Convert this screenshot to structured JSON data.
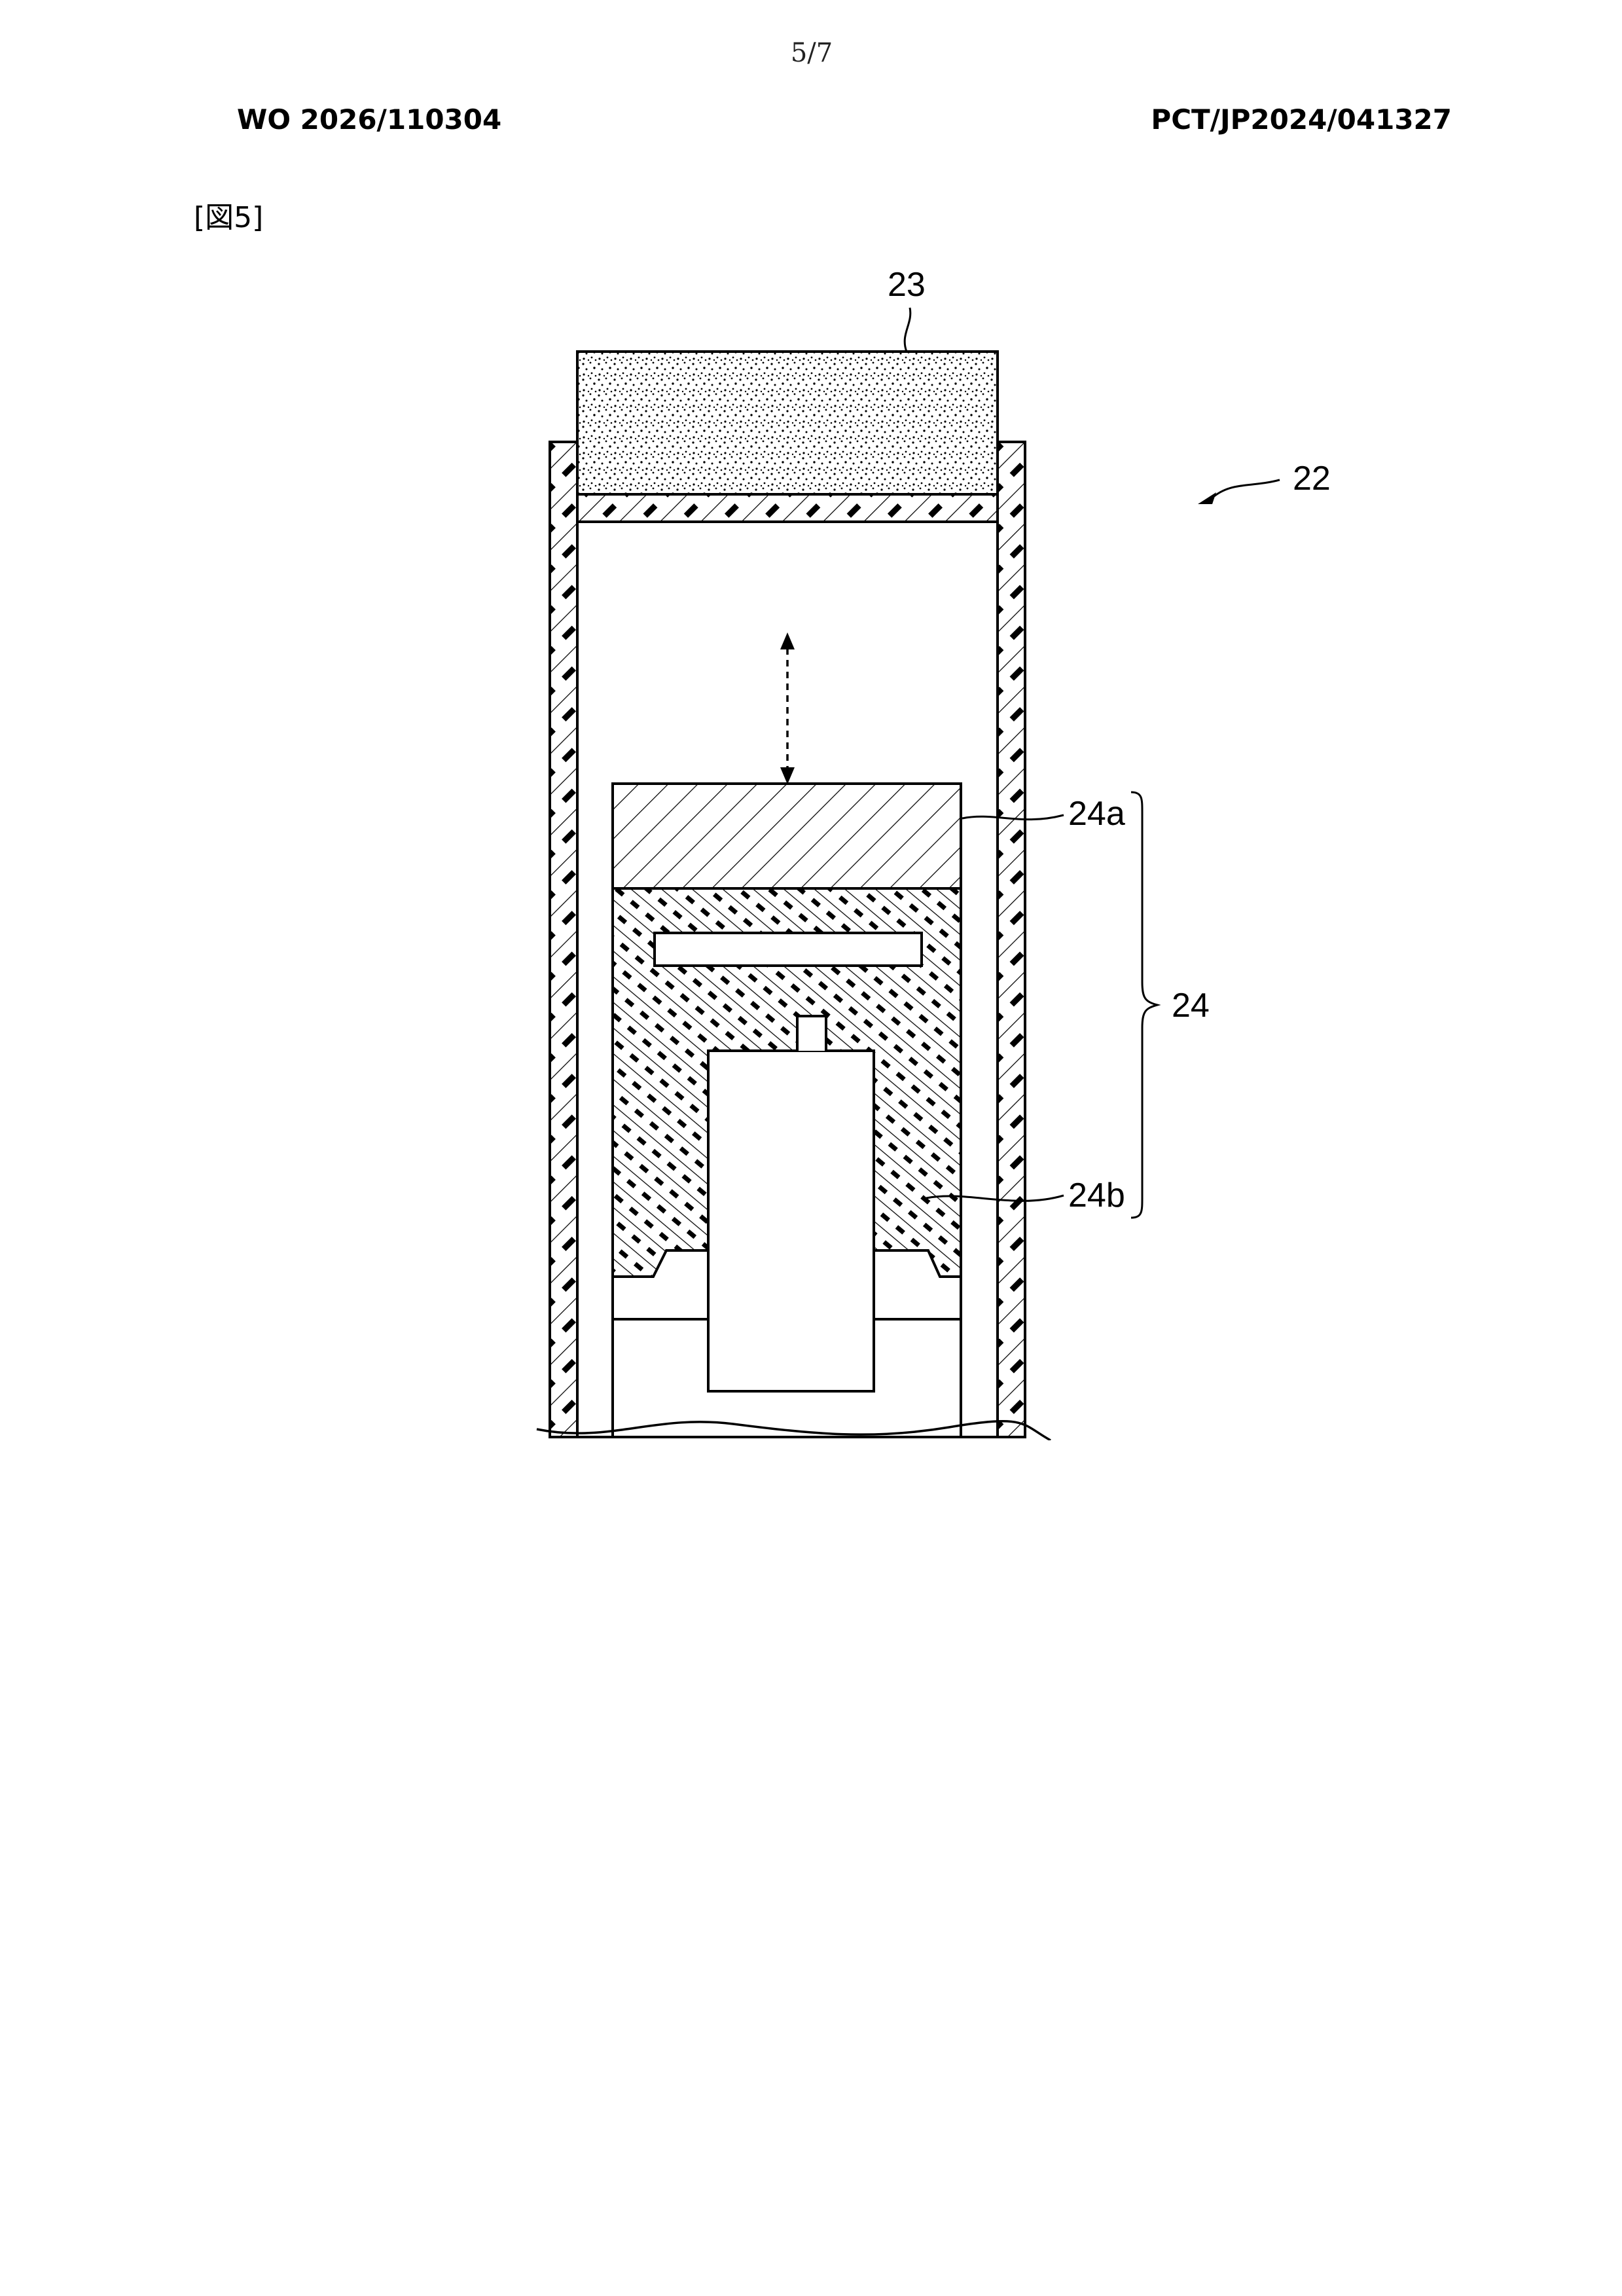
{
  "header": {
    "page_number": "5/7",
    "publication_number": "WO 2026/110304",
    "application_number": "PCT/JP2024/041327"
  },
  "figure": {
    "label": "[図5]",
    "reference_numerals": {
      "heater_block": "23",
      "device": "22",
      "element_top": "24a",
      "element_assembly": "24",
      "element_bottom": "24b"
    }
  }
}
